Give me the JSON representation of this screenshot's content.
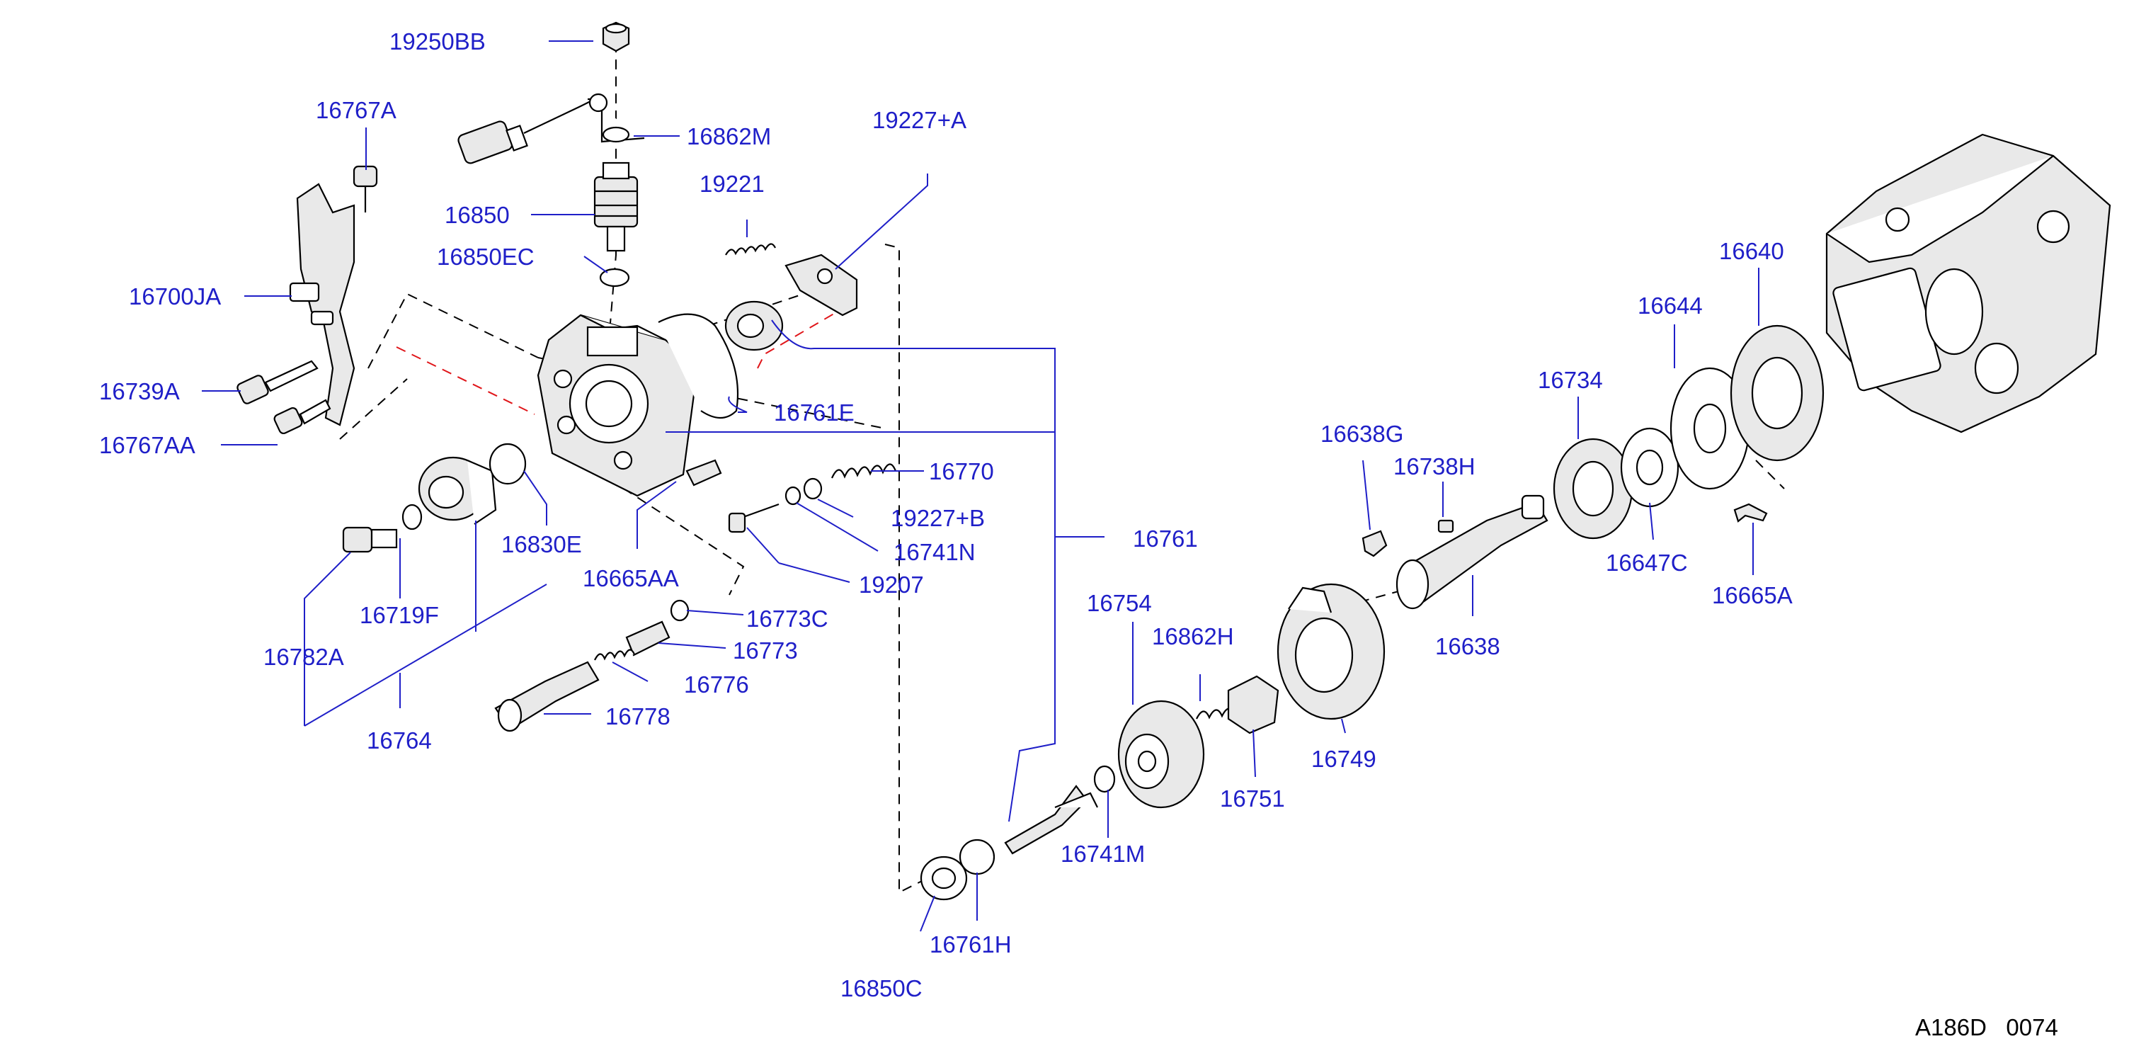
{
  "diagram": {
    "code": "A186D   0074",
    "accent_color": "#1f1fc8",
    "line_color": "#000000",
    "highlight_dash_color": "#e0161a",
    "labels": [
      "19250BB",
      "16767A",
      "16862M",
      "19227+A",
      "19221",
      "16850",
      "16850EC",
      "16700JA",
      "16739A",
      "16767AA",
      "16761E",
      "16770",
      "19227+B",
      "16741N",
      "19207",
      "16830E",
      "16665AA",
      "16761",
      "16773C",
      "16773",
      "16776",
      "16778",
      "16719F",
      "16782A",
      "16764",
      "16638G",
      "16738H",
      "16734",
      "16644",
      "16640",
      "16647C",
      "16665A",
      "16638",
      "16754",
      "16862H",
      "16749",
      "16751",
      "16741M",
      "16761H",
      "16850C"
    ]
  }
}
